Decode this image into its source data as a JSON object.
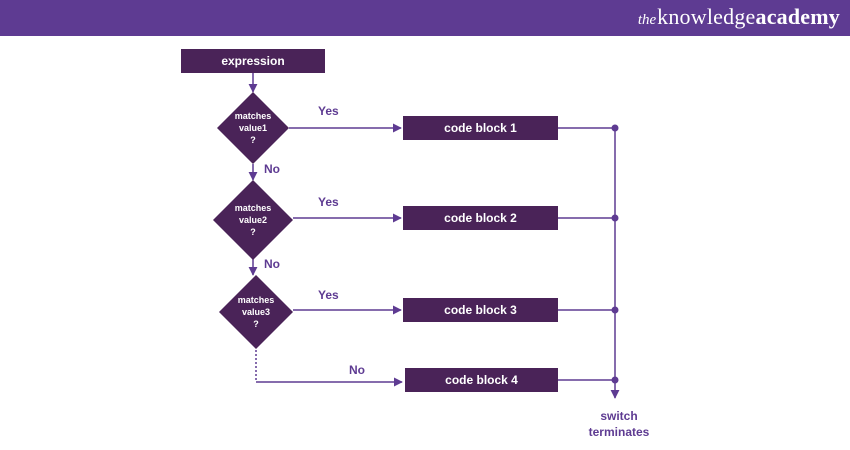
{
  "brand": {
    "the": "the",
    "knowledge": "knowledge",
    "academy": "academy"
  },
  "colors": {
    "primary": "#5e3b92",
    "box": "#4a2358",
    "text_on_dark": "#ffffff"
  },
  "flow": {
    "start": "expression",
    "decisions": [
      {
        "line1": "matches",
        "line2": "value1",
        "line3": "?"
      },
      {
        "line1": "matches",
        "line2": "value2",
        "line3": "?"
      },
      {
        "line1": "matches",
        "line2": "value3",
        "line3": "?"
      }
    ],
    "code_blocks": [
      "code block 1",
      "code block 2",
      "code block 3",
      "code block 4"
    ],
    "yes_label": "Yes",
    "no_label": "No",
    "end_line1": "switch",
    "end_line2": "terminates"
  }
}
